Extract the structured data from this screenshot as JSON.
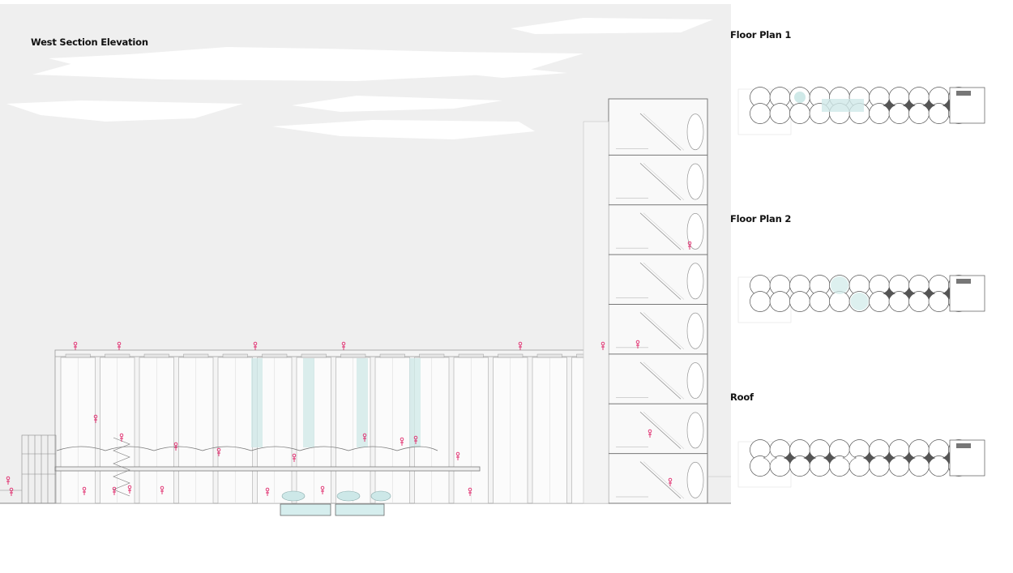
{
  "titles": {
    "section": "West Section Elevation",
    "floor_plan_1": "Floor Plan 1",
    "floor_plan_2": "Floor Plan 2",
    "roof": "Roof"
  },
  "colors": {
    "sky": "#efefef",
    "cloud": "#ffffff",
    "line": "#8a8a8a",
    "silo_fill": "#f7f7f7",
    "glass": "#cfe9e8",
    "figures": "#e0286b",
    "solid_core": "#555555"
  },
  "elements": {
    "silo_count": 14,
    "tower_floors": 8,
    "plan_columns": 11
  }
}
